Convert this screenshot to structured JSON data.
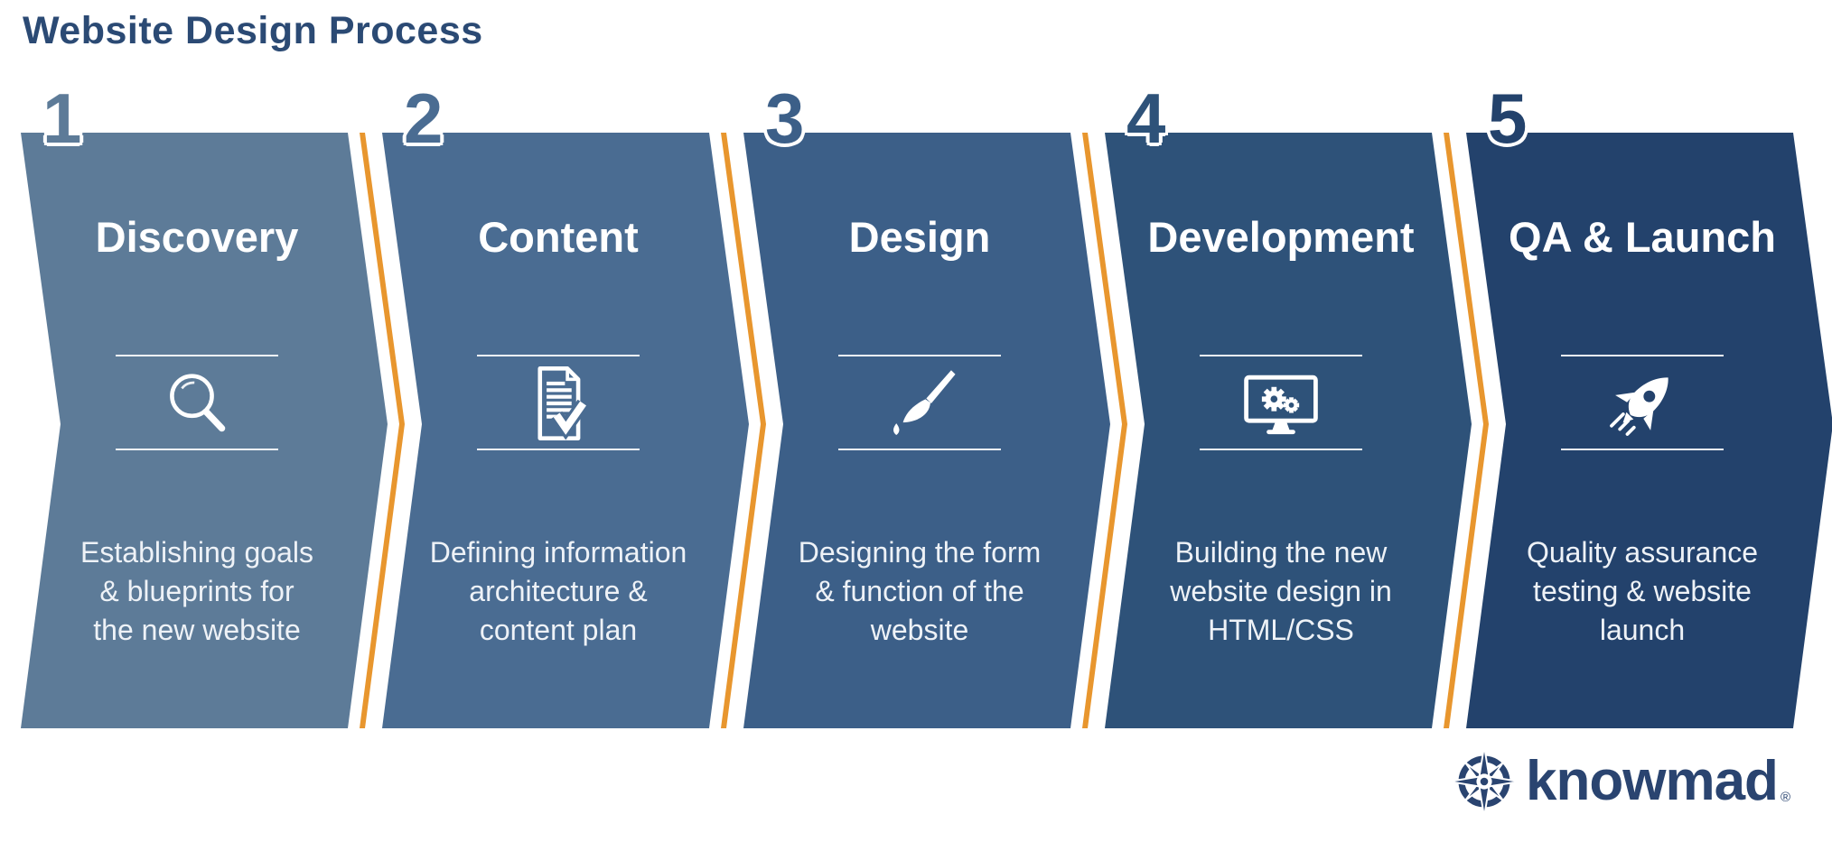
{
  "title": "Website Design Process",
  "colors": {
    "background": "#ffffff",
    "title_navy": "#2b4a74",
    "accent_orange": "#e8962e",
    "panel_text": "#ffffff",
    "logo_navy": "#2a4470"
  },
  "steps": [
    {
      "number": "1",
      "label": "Discovery",
      "description": "Establishing goals\n& blueprints for\nthe new website",
      "icon": "magnifier-icon",
      "color": "#5d7b98"
    },
    {
      "number": "2",
      "label": "Content",
      "description": "Defining information\narchitecture &\ncontent plan",
      "icon": "document-check-icon",
      "color": "#4a6c92"
    },
    {
      "number": "3",
      "label": "Design",
      "description": "Designing the form\n& function of the\nwebsite",
      "icon": "paintbrush-icon",
      "color": "#3c5f88"
    },
    {
      "number": "4",
      "label": "Development",
      "description": "Building the new\nwebsite design in\nHTML/CSS",
      "icon": "monitor-gears-icon",
      "color": "#2e5279"
    },
    {
      "number": "5",
      "label": "QA & Launch",
      "description": "Quality assurance\ntesting & website\nlaunch",
      "icon": "rocket-icon",
      "color": "#23426c"
    }
  ],
  "logo": {
    "icon": "compass-icon",
    "text": "knowmad",
    "registered": "®"
  }
}
